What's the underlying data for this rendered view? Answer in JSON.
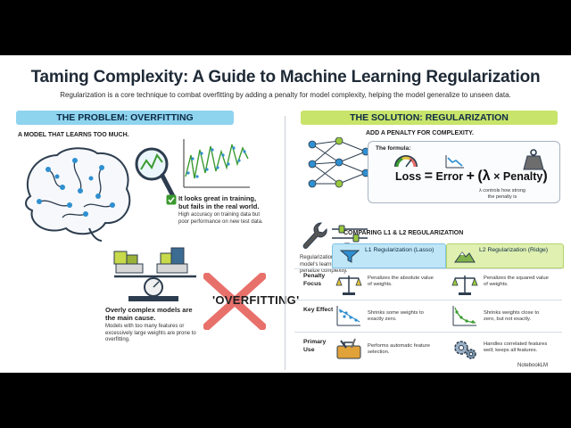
{
  "title": "Taming Complexity: A Guide to Machine Learning Regularization",
  "subtitle": "Regularization is a core technique to combat overfitting by adding a penalty for model complexity, helping the model generalize to unseen data.",
  "problem": {
    "band": "THE PROBLEM: OVERFITTING",
    "heading": "A MODEL THAT LEARNS TOO MUCH.",
    "claim": "It looks great in training, but fails in the real world.",
    "claim_detail": "High accuracy on training data but poor performance on new test data.",
    "cause": "Overly complex models are the main cause.",
    "cause_detail": "Models with too many features or excessively large weights are prone to overfitting.",
    "overfitting_label": "'OVERFITTING'"
  },
  "solution": {
    "band": "THE SOLUTION: REGULARIZATION",
    "heading": "ADD A PENALTY FOR COMPLEXITY.",
    "modifies": "Regularization modifies the model's learning process to penalize complexity.",
    "formula_label": "The formula:",
    "formula": {
      "loss": "Loss",
      "eq": "=",
      "error": "Error",
      "plus": "+",
      "open": "(",
      "lambda": "λ",
      "times": "×",
      "penalty": "Penalty",
      "close": ")"
    },
    "lambda_note": "λ controls how strong the penalty is"
  },
  "compare": {
    "heading": "COMPARING L1 & L2 REGULARIZATION",
    "l1_title": "L1 Regularization (Lasso)",
    "l2_title": "L2 Regularization (Ridge)",
    "rows": [
      {
        "label": "Penalty Focus",
        "l1": "Penalizes the absolute value of weights.",
        "l2": "Penalizes the squared value of weights."
      },
      {
        "label": "Key Effect",
        "l1": "Shrinks some weights to exactly zero.",
        "l2": "Shrinks weights close to zero, but not exactly."
      },
      {
        "label": "Primary Use",
        "l1": "Performs automatic feature selection.",
        "l2": "Handles correlated features well; keeps all features."
      }
    ]
  },
  "brand": "NotebookLM",
  "colors": {
    "problem_band": "#8fd4ef",
    "solution_band": "#c8e46a",
    "accent_blue": "#2f8fd0",
    "cross_red": "#e8706b",
    "check_green": "#3b9a2f"
  }
}
